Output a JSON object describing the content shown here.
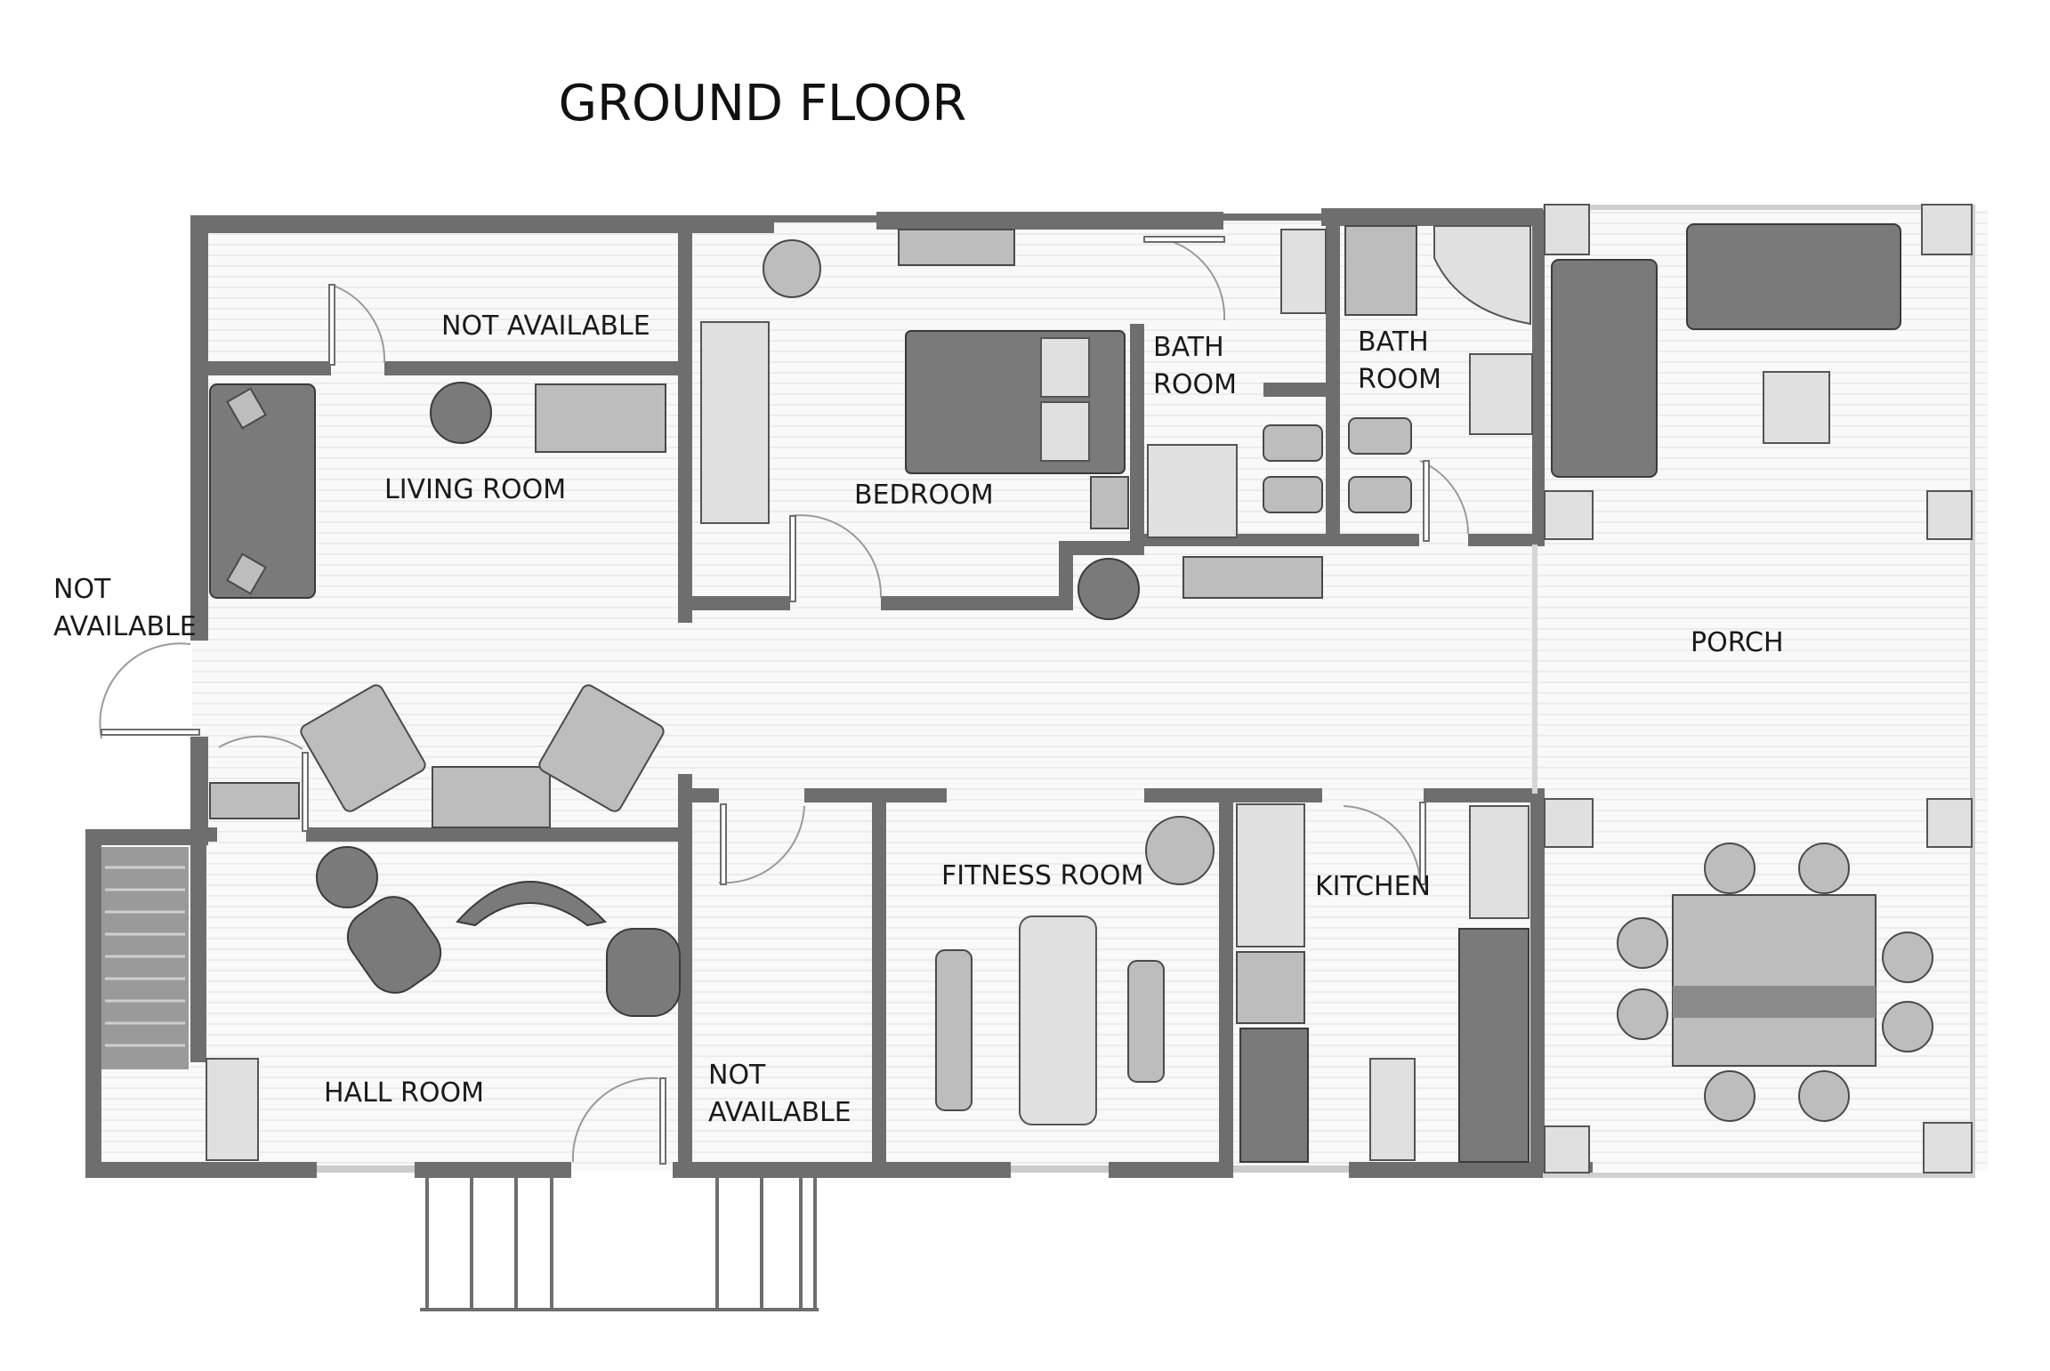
{
  "title": "GROUND FLOOR",
  "rooms": {
    "not_available_top": "NOT AVAILABLE",
    "living_room": "LIVING ROOM",
    "bedroom": "BEDROOM",
    "bath_room_1_line1": "BATH",
    "bath_room_1_line2": "ROOM",
    "bath_room_2_line1": "BATH",
    "bath_room_2_line2": "ROOM",
    "porch": "PORCH",
    "not_available_left_line1": "NOT",
    "not_available_left_line2": "AVAILABLE",
    "fitness_room": "FITNESS ROOM",
    "kitchen": "KITCHEN",
    "hall_room": "HALL ROOM",
    "not_available_bottom_line1": "NOT",
    "not_available_bottom_line2": "AVAILABLE"
  },
  "colors": {
    "wall": "#6e6e6e",
    "floor": "#f7f7f7",
    "furniture_dark": "#7a7a7a",
    "furniture_light": "#bdbdbd"
  }
}
